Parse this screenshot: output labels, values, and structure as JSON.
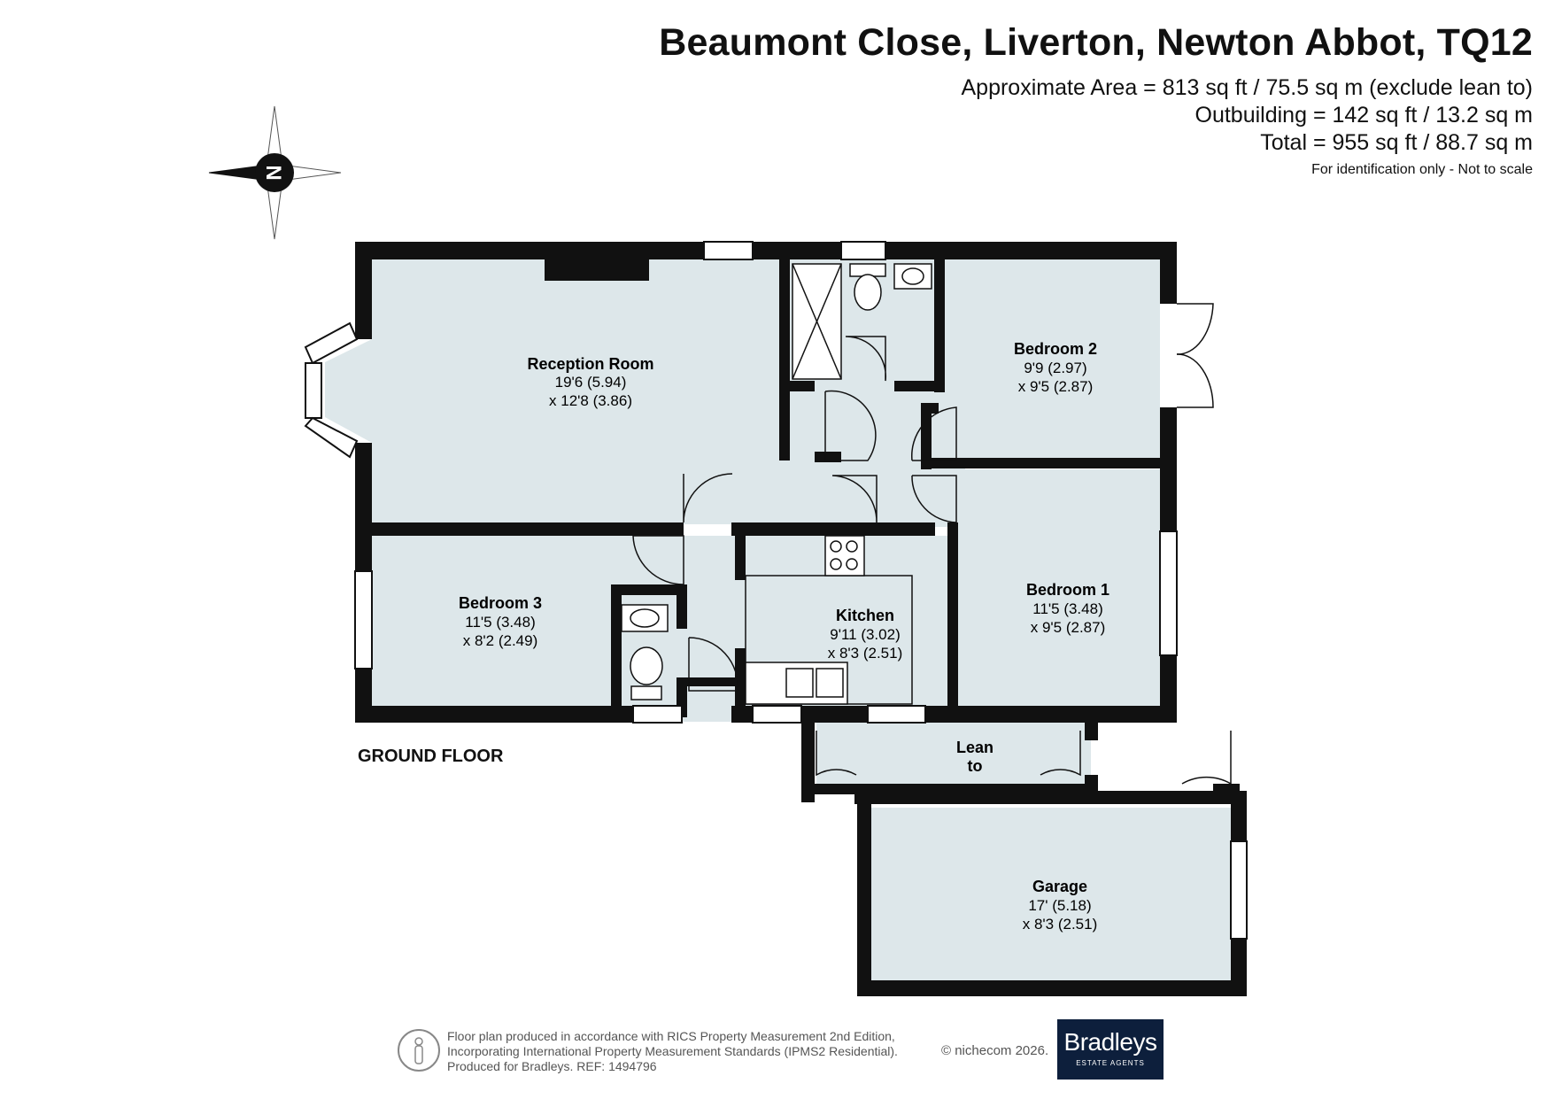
{
  "header": {
    "title": "Beaumont Close, Liverton, Newton Abbot, TQ12",
    "area_line1": "Approximate Area = 813 sq ft / 75.5 sq m (exclude lean to)",
    "area_line2": "Outbuilding = 142 sq ft / 13.2 sq m",
    "area_line3": "Total = 955 sq ft / 88.7 sq m",
    "disclaimer": "For identification only - Not to scale"
  },
  "compass": {
    "letter": "N"
  },
  "rooms": {
    "reception": {
      "name": "Reception Room",
      "dim1": "19'6 (5.94)",
      "dim2": "x 12'8 (3.86)"
    },
    "bedroom2": {
      "name": "Bedroom 2",
      "dim1": "9'9 (2.97)",
      "dim2": "x 9'5 (2.87)"
    },
    "bedroom3": {
      "name": "Bedroom 3",
      "dim1": "11'5 (3.48)",
      "dim2": "x 8'2 (2.49)"
    },
    "kitchen": {
      "name": "Kitchen",
      "dim1": "9'11 (3.02)",
      "dim2": "x 8'3 (2.51)"
    },
    "bedroom1": {
      "name": "Bedroom 1",
      "dim1": "11'5 (3.48)",
      "dim2": "x 9'5 (2.87)"
    },
    "leanto": {
      "name1": "Lean",
      "name2": "to"
    },
    "garage": {
      "name": "Garage",
      "dim1": "17' (5.18)",
      "dim2": "x 8'3 (2.51)"
    }
  },
  "floor_label": "GROUND FLOOR",
  "footer": {
    "line1": "Floor plan produced in accordance with RICS Property Measurement 2nd Edition,",
    "line2": "Incorporating International Property Measurement Standards (IPMS2 Residential).",
    "line3": "Produced for Bradleys.   REF: 1494796",
    "copyright": "© nichecom 2026.",
    "brand": "Bradleys",
    "brand_sub": "ESTATE AGENTS"
  },
  "colors": {
    "room_fill": "#dde7ea",
    "wall": "#111111",
    "brand_bg": "#0d1f3c"
  }
}
